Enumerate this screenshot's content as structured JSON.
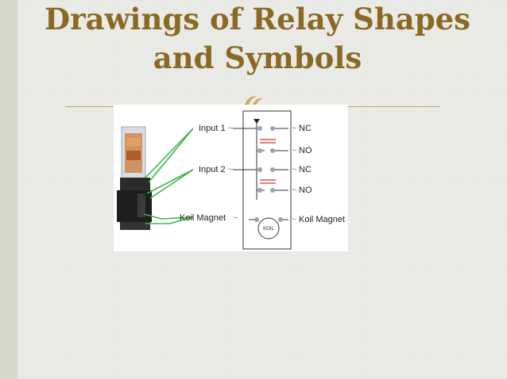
{
  "slide": {
    "title_line1": "Drawings of Relay Shapes",
    "title_line2": "and Symbols",
    "ornament_icon": "fleuron-icon",
    "accent_color": "#8a6a22",
    "rule_color": "#caa95b"
  },
  "diagram": {
    "labels": {
      "input1": "Input 1",
      "input2": "Input 2",
      "koil_magnet_left": "Koil Magnet",
      "nc1": "NC",
      "no1": "NO",
      "nc2": "NC",
      "no2": "NO",
      "koil_magnet_right": "Koil Magnet",
      "koil": "KOIL",
      "tilde": "~"
    }
  }
}
